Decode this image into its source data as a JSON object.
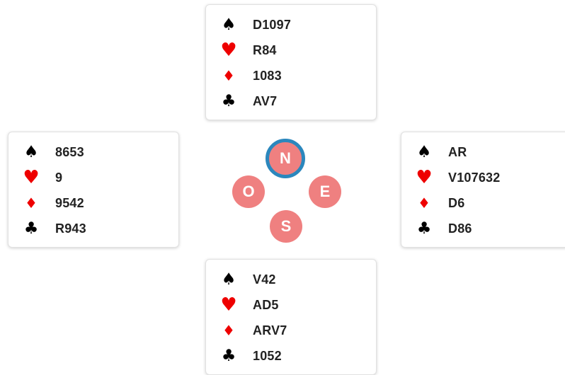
{
  "hands": {
    "north": {
      "spades": "D1097",
      "hearts": "R84",
      "diamonds": "1083",
      "clubs": "AV7"
    },
    "west": {
      "spades": "8653",
      "hearts": "9",
      "diamonds": "9542",
      "clubs": "R943"
    },
    "east": {
      "spades": "AR",
      "hearts": "V107632",
      "diamonds": "D6",
      "clubs": "D86"
    },
    "south": {
      "spades": "V42",
      "hearts": "AD5",
      "diamonds": "ARV7",
      "clubs": "1052"
    }
  },
  "suit_icons": {
    "spades": "♠",
    "hearts": "♥",
    "diamonds": "♦",
    "clubs": "♣"
  },
  "seats": {
    "north": "N",
    "west": "O",
    "east": "E",
    "south": "S",
    "active": "north"
  },
  "colors": {
    "seat_fill": "#ef8080",
    "active_ring": "#2b87bd",
    "red_suit": "#ee0000",
    "black_suit": "#000000"
  }
}
